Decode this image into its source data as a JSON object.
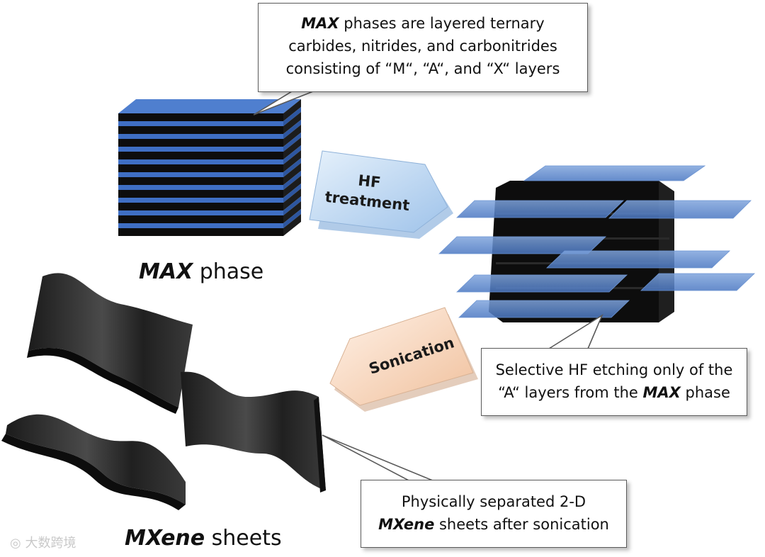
{
  "callouts": {
    "max_phase": {
      "bold": "MAX",
      "line1_rest": " phases are layered ternary",
      "line2": "carbides, nitrides, and carbonitrides",
      "line3": "consisting of “M“, “A“, and “X“ layers"
    },
    "etching": {
      "line1": "Selective HF etching only of the",
      "line2_pre": "“A“ layers from the ",
      "bold": "MAX",
      "line2_post": " phase"
    },
    "sheets": {
      "line1": "Physically separated 2-D",
      "bold": "MXene",
      "line2_rest": " sheets after sonication"
    }
  },
  "labels": {
    "max_phase": {
      "bold": "MAX",
      "rest": " phase"
    },
    "mxene_sheets": {
      "bold": "MXene",
      "rest": " sheets"
    }
  },
  "arrows": {
    "hf": {
      "line1": "HF",
      "line2": "treatment"
    },
    "sonication": {
      "label": "Sonication"
    }
  },
  "watermark": "大数跨境",
  "colors": {
    "blue_layer": "#3f6fc4",
    "black_layer": "#0d0d0d",
    "hf_arrow": "#bcd7f2",
    "sonication_arrow": "#f7d7bf"
  }
}
